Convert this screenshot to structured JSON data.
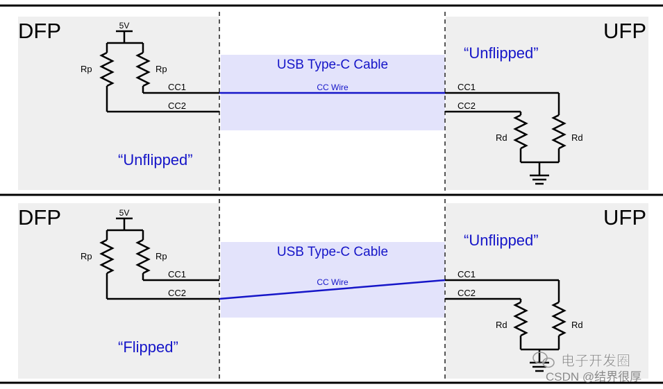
{
  "panels": [
    {
      "dfp_label": "DFP",
      "ufp_label": "UFP",
      "supply_label": "5V",
      "rp_left_label": "Rp",
      "rp_right_label": "Rp",
      "dfp_cc1_label": "CC1",
      "dfp_cc2_label": "CC2",
      "cable_label": "USB Type-C Cable",
      "wire_label": "CC Wire",
      "ufp_cc1_label": "CC1",
      "ufp_cc2_label": "CC2",
      "rd_left_label": "Rd",
      "rd_right_label": "Rd",
      "dfp_orientation": "“Unflipped”",
      "ufp_orientation": "“Unflipped”"
    },
    {
      "dfp_label": "DFP",
      "ufp_label": "UFP",
      "supply_label": "5V",
      "rp_left_label": "Rp",
      "rp_right_label": "Rp",
      "dfp_cc1_label": "CC1",
      "dfp_cc2_label": "CC2",
      "cable_label": "USB Type-C Cable",
      "wire_label": "CC Wire",
      "ufp_cc1_label": "CC1",
      "ufp_cc2_label": "CC2",
      "rd_left_label": "Rd",
      "rd_right_label": "Rd",
      "dfp_orientation": "“Flipped”",
      "ufp_orientation": "“Unflipped”"
    }
  ],
  "watermark": {
    "line1": "电子开发圈",
    "line2": "CSDN @结界很厚"
  },
  "colors": {
    "panel_bg": "#efefef",
    "cable_bg": "#e3e3fb",
    "accent_blue": "#1515c8",
    "wire_black": "#000000"
  }
}
